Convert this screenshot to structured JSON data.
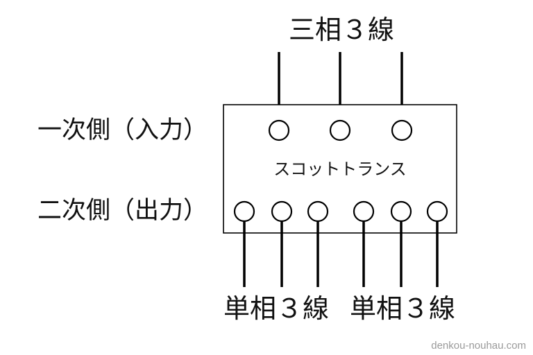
{
  "diagram": {
    "top_label": "三相３線",
    "primary_label": "一次側（入力）",
    "secondary_label": "二次側（出力）",
    "transformer_label": "スコットトランス",
    "bottom_left_label": "単相３線",
    "bottom_right_label": "単相３線",
    "credit": "denkou-nouhau.com",
    "primary_terminal_count": 3,
    "secondary_terminal_count": 6
  }
}
